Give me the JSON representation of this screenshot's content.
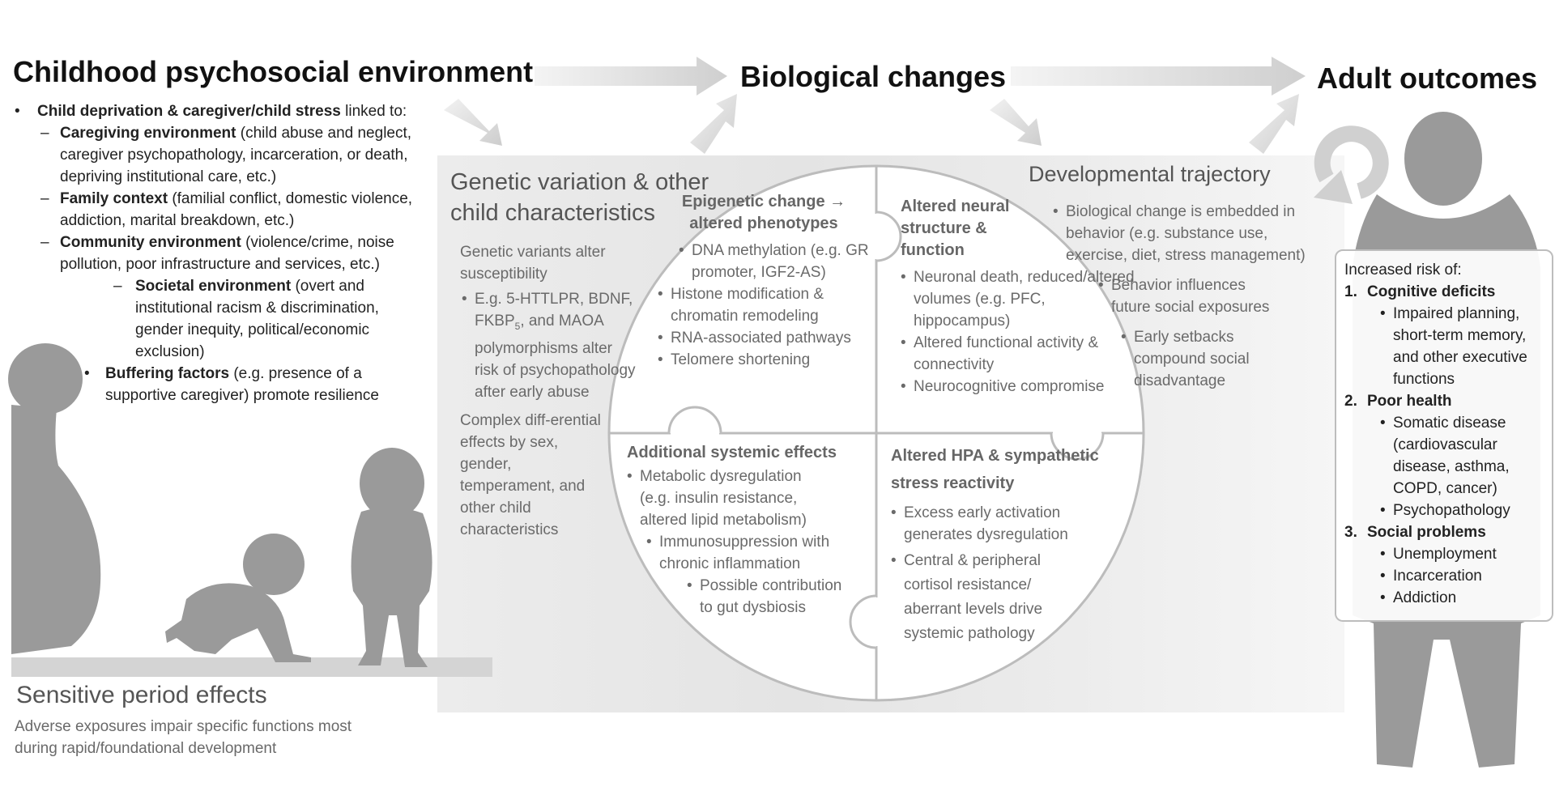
{
  "headers": {
    "childhood": "Childhood psychosocial environment",
    "biological": "Biological changes",
    "adult": "Adult outcomes"
  },
  "left": {
    "main_bold": "Child deprivation & caregiver/child stress",
    "main_rest": " linked to:",
    "items": [
      {
        "bold": "Caregiving environment",
        "rest": " (child abuse and neglect, caregiver psychopathology, incarceration, or death, depriving institutional care, etc.)"
      },
      {
        "bold": "Family context",
        "rest": " (familial conflict, domestic violence, addiction, marital breakdown, etc.)"
      },
      {
        "bold": "Community environment",
        "rest": " (violence/crime, noise pollution, poor infrastructure and services, etc.)"
      }
    ],
    "societal_bold": "Societal environment",
    "societal_rest": " (overt and institutional racism & discrimination, gender inequity, political/economic exclusion)",
    "buffer_bold": "Buffering factors",
    "buffer_rest": " (e.g. presence of a supportive caregiver) promote resilience"
  },
  "genetic": {
    "title": "Genetic variation & other child characteristics",
    "p1": "Genetic variants alter susceptibility",
    "b1_pre": "E.g. 5-HTTLPR, BDNF, FKBP",
    "b1_sub": "5",
    "b1_post": ", and MAOA polymorphisms alter risk of psychopathology after early abuse",
    "p2": "Complex diff-erential effects by sex, gender, temperament, and other child characteristics"
  },
  "quadrants": {
    "epigenetic": {
      "title": "Epigenetic change → altered phenotypes",
      "items": [
        "DNA methylation (e.g. GR promoter, IGF2-AS)",
        "Histone modification & chromatin remodeling",
        "RNA-associated pathways",
        "Telomere shortening"
      ]
    },
    "neural": {
      "title": "Altered neural structure & function",
      "items": [
        "Neuronal death, reduced/altered volumes (e.g. PFC, hippocampus)",
        "Altered  functional activity & connectivity",
        "Neurocognitive compromise"
      ]
    },
    "systemic": {
      "title": "Additional systemic effects",
      "items": [
        "Metabolic dysregulation (e.g. insulin resistance, altered lipid metabolism)",
        "Immunosuppression with chronic inflammation",
        "Possible contribution to gut dysbiosis"
      ]
    },
    "hpa": {
      "title": "Altered HPA & sympathetic stress reactivity",
      "items": [
        "Excess early activation generates dysregulation",
        "Central & peripheral cortisol resistance/ aberrant levels drive systemic pathology"
      ]
    }
  },
  "trajectory": {
    "title": "Developmental trajectory",
    "items": [
      "Biological change is embedded in behavior (e.g. substance use, exercise, diet, stress management)",
      "Behavior influences future social exposures",
      "Early setbacks compound social disadvantage"
    ]
  },
  "outcomes": {
    "intro": "Increased risk of:",
    "groups": [
      {
        "num": "1.",
        "title": "Cognitive deficits",
        "items": [
          "Impaired planning, short-term memory, and other executive functions"
        ]
      },
      {
        "num": "2.",
        "title": "Poor health",
        "items": [
          "Somatic disease (cardiovascular disease, asthma, COPD, cancer)",
          "Psychopathology"
        ]
      },
      {
        "num": "3.",
        "title": "Social problems",
        "items": [
          "Unemployment",
          "Incarceration",
          "Addiction"
        ]
      }
    ]
  },
  "sensitive": {
    "title": "Sensitive period effects",
    "text": "Adverse exposures impair specific functions most during rapid/foundational development"
  },
  "colors": {
    "arrow": "#d9d9d9",
    "silhouette": "#9a9a9a",
    "band": "#e6e6e6"
  }
}
